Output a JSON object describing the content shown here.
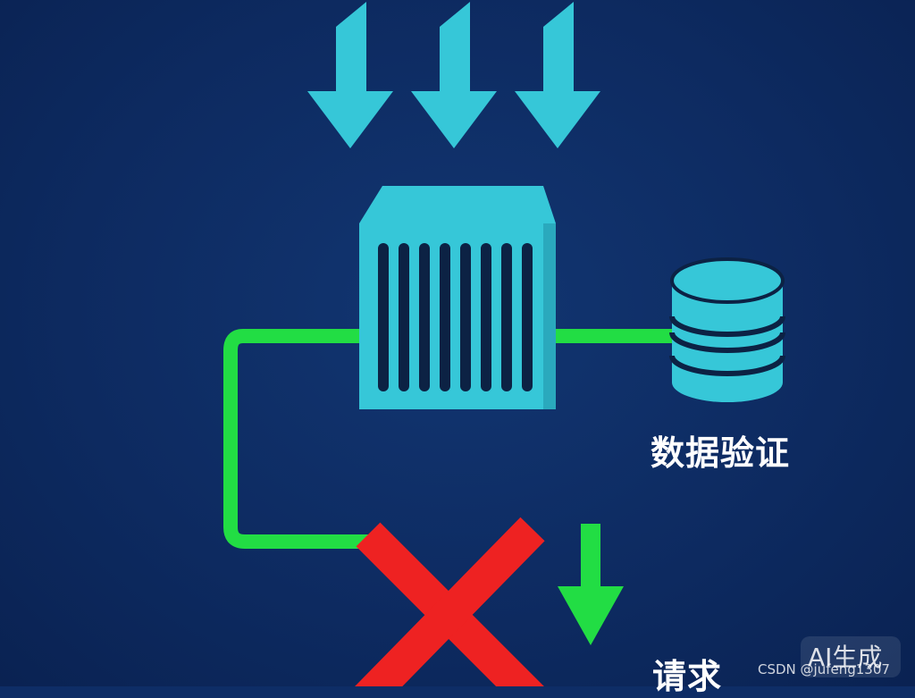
{
  "colors": {
    "background": "#0e2d66",
    "cyan": "#36c7d8",
    "cyan_shade": "#2aa9bd",
    "dark": "#0c2244",
    "green": "#22dd44",
    "red": "#ee2222"
  },
  "icons": {
    "input_arrows": "arrow-down-icon",
    "server": "server-icon",
    "database": "database-icon",
    "reject": "close-icon",
    "output_arrow": "arrow-down-icon"
  },
  "labels": {
    "database": "数据验证",
    "request": "请求"
  },
  "watermark": {
    "badge": "AI生成",
    "text": "CSDN @jufeng1307"
  }
}
